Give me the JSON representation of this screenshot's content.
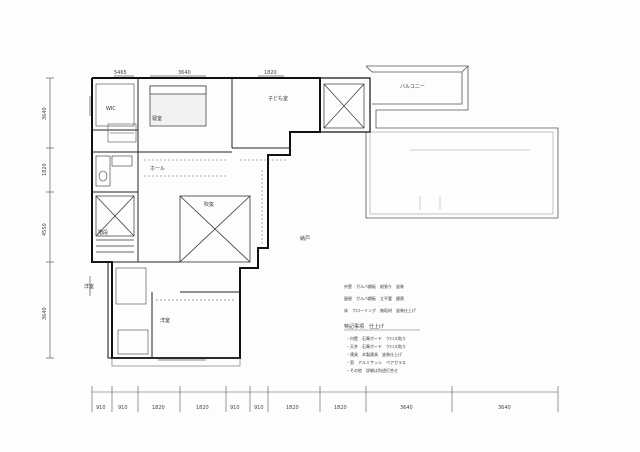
{
  "plan": {
    "rooms": {
      "wic": "WIC",
      "room_upper_mid": "寝室",
      "room_upper_right": "子ども室",
      "hall": "ホール",
      "void_center": "吹抜",
      "balcony": "バルコニー",
      "stair": "階段",
      "lower_left": "洋室",
      "lower_center": "洋室",
      "storage": "納戸"
    },
    "top_dims": [
      "5465",
      "3640",
      "1820"
    ],
    "left_dims": [
      "3640",
      "1820",
      "4550",
      "3640"
    ],
    "bottom_dims": [
      "910",
      "910",
      "1820",
      "1820",
      "910",
      "910",
      "1820",
      "1820",
      "3640",
      "3640"
    ],
    "notes": [
      "外壁　ガルバ鋼板　縦張り　塗装",
      "屋根　ガルバ鋼板　立平葺　銀黒",
      "床　フローリング　無垢材　塗装仕上げ"
    ],
    "legend_title": "特記事項　仕上げ",
    "legend_items": [
      "・内壁　石膏ボード　クロス貼り",
      "・天井　石膏ボード　クロス貼り",
      "・建具　木製建具　塗装仕上げ",
      "・窓　アルミサッシ　ペアガラス",
      "・その他　詳細は別途打合せ"
    ]
  }
}
